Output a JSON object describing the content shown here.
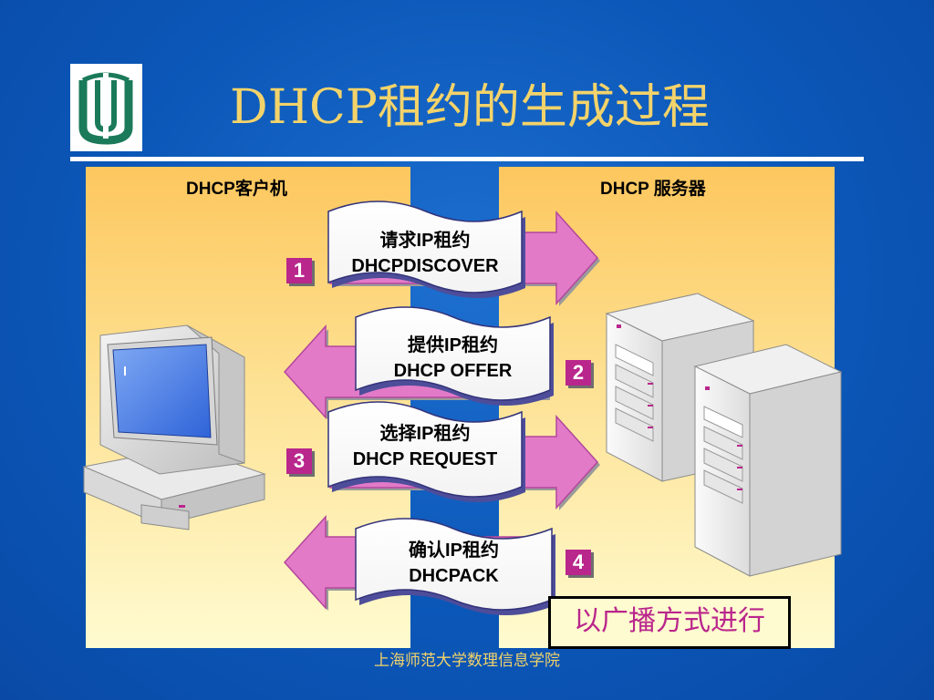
{
  "title": "DHCP租约的生成过程",
  "client_label": "DHCP客户机",
  "server_label": "DHCP 服务器",
  "steps": [
    {
      "number": "1",
      "line1": "请求IP租约",
      "line2": "DHCPDISCOVER",
      "direction": "client-to-server"
    },
    {
      "number": "2",
      "line1": "提供IP租约",
      "line2": "DHCP OFFER",
      "direction": "server-to-client"
    },
    {
      "number": "3",
      "line1": "选择IP租约",
      "line2": "DHCP REQUEST",
      "direction": "client-to-server"
    },
    {
      "number": "4",
      "line1": "确认IP租约",
      "line2": "DHCPACK",
      "direction": "server-to-client"
    }
  ],
  "broadcast_note": "以广播方式进行",
  "footer": "上海师范大学数理信息学院",
  "colors": {
    "background": "#0a56b5",
    "title": "#f3d36a",
    "panel": "#fde193",
    "arrow": "#e27ac8",
    "badge": "#b9268c",
    "note_text": "#b9268c"
  },
  "icons": {
    "logo": "university-logo-icon",
    "client": "desktop-computer-icon",
    "server": "tower-server-icon"
  }
}
